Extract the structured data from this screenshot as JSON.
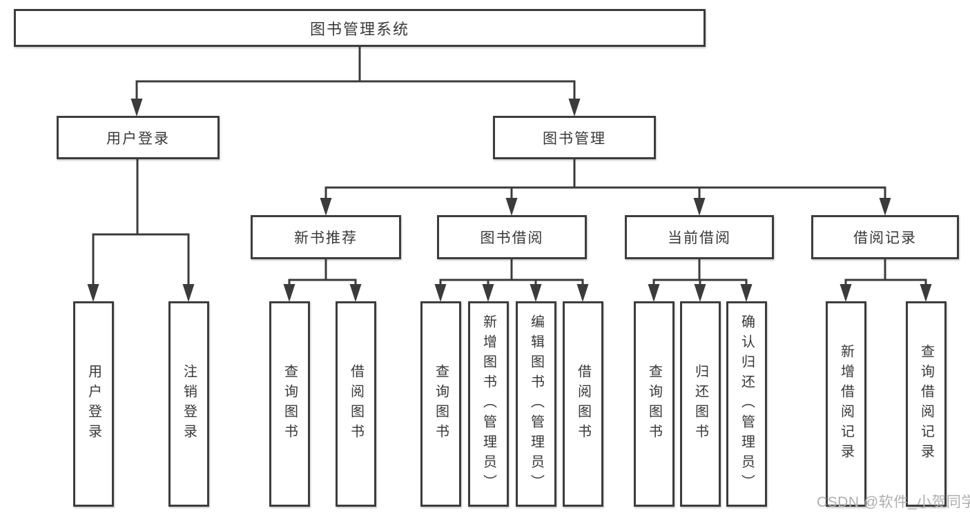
{
  "tree": {
    "root": {
      "label": "图书管理系统"
    },
    "user_login": {
      "label": "用户登录",
      "children": [
        {
          "label": "用户登录"
        },
        {
          "label": "注销登录"
        }
      ]
    },
    "book_management": {
      "label": "图书管理",
      "sections": {
        "new_book_recommend": {
          "label": "新书推荐",
          "children": [
            {
              "label": "查询图书"
            },
            {
              "label": "借阅图书"
            }
          ]
        },
        "book_borrowing": {
          "label": "图书借阅",
          "children": [
            {
              "label": "查询图书"
            },
            {
              "label": "新增图书（管理员）"
            },
            {
              "label": "编辑图书（管理员）"
            },
            {
              "label": "借阅图书"
            }
          ]
        },
        "current_borrowing": {
          "label": "当前借阅",
          "children": [
            {
              "label": "查询图书"
            },
            {
              "label": "归还图书"
            },
            {
              "label": "确认归还（管理员）"
            }
          ]
        },
        "borrowing_records": {
          "label": "借阅记录",
          "children": [
            {
              "label": "新增借阅记录"
            },
            {
              "label": "查询借阅记录"
            }
          ]
        }
      }
    }
  },
  "watermark": {
    "text": "CSDN @软件_小贺同学"
  },
  "colors": {
    "line": "#3b3b3b",
    "border": "#3c3c3c",
    "text": "#383838",
    "watermark": "#aeaeae"
  }
}
